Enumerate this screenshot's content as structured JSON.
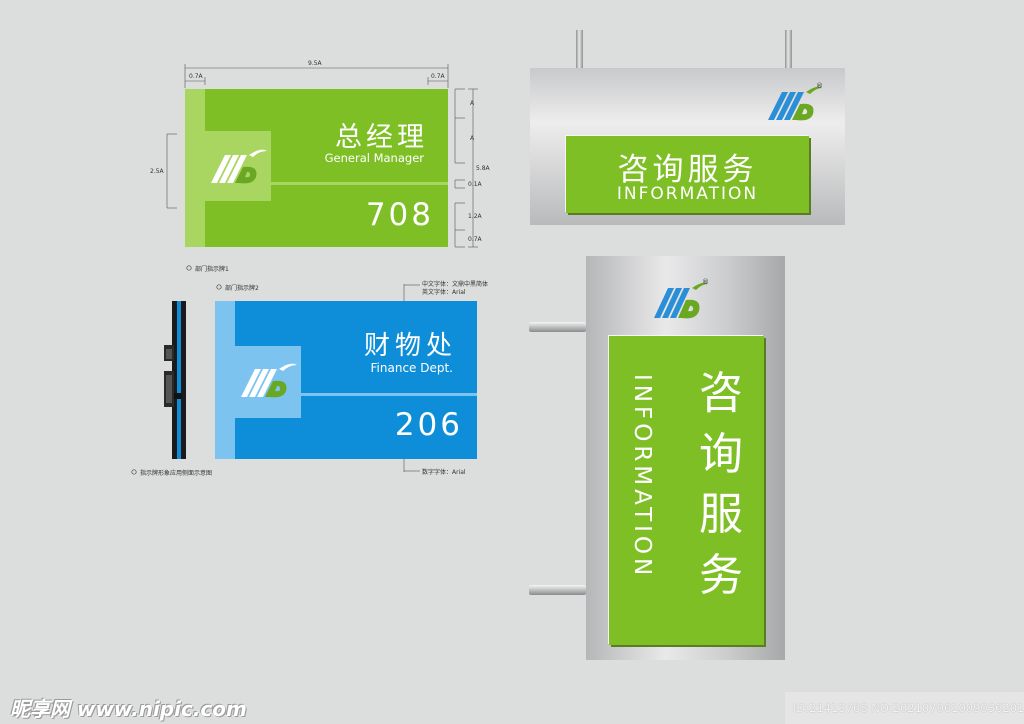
{
  "colors": {
    "green": "#7fbf26",
    "light_green": "#a9d561",
    "blue": "#0e8ed8",
    "light_blue": "#7dc3ef",
    "silver": "#cfd0d1"
  },
  "sign1": {
    "title_cn": "总经理",
    "title_en": "General Manager",
    "room": "708",
    "caption": "部门指示牌1",
    "dims": {
      "width": "9.5A",
      "margin_left": "0.7A",
      "margin_right": "0.7A",
      "height": "5.8A",
      "side": "2.5A",
      "a1": "A",
      "a2": "A",
      "a3": "0.1A",
      "a4": "1.2A",
      "a5": "0.7A"
    }
  },
  "sign2": {
    "title_cn": "财物处",
    "title_en": "Finance Dept.",
    "room": "206",
    "caption": "部门指示牌2",
    "note_font_cn": "中文字体：文鼎中黑简体",
    "note_font_en": "英文字体：Arial",
    "note_font_num": "数字字体：Arial",
    "profile_caption": "指示牌形象应用侧面示意图"
  },
  "sign3": {
    "title_cn": "咨询服务",
    "title_en": "INFORMATION"
  },
  "sign4": {
    "title_cn": [
      "咨",
      "询",
      "服",
      "务"
    ],
    "title_en": "INFORMATION"
  },
  "logo": {
    "registered_mark": "®",
    "icon": "company-logo-icon"
  },
  "watermark": {
    "site": "昵享网 www.nipic.com",
    "id_line": "ID:21413768 NO:20210706100903620105"
  }
}
